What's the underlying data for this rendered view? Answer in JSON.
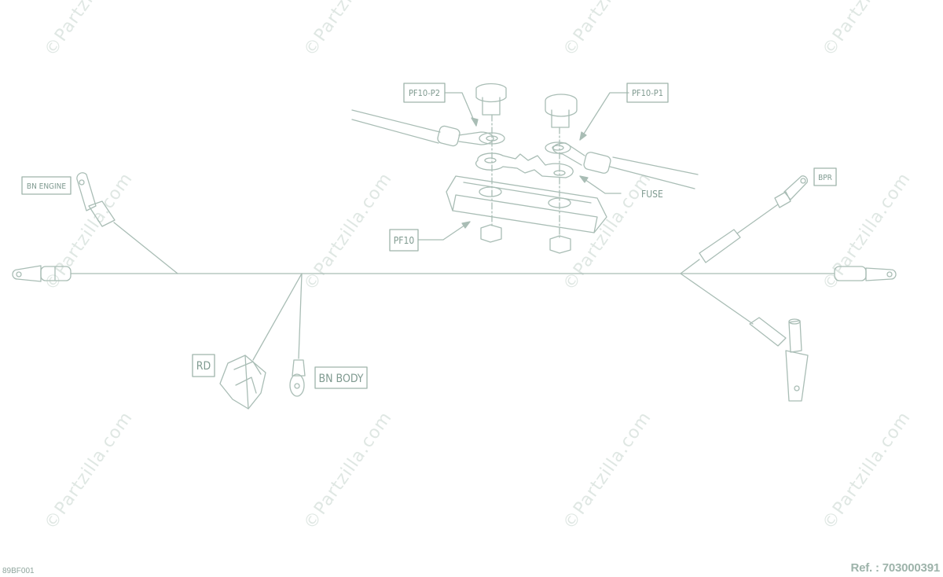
{
  "labels": {
    "pf10_p2": "PF10-P2",
    "pf10_p1": "PF10-P1",
    "bn_engine": "BN ENGINE",
    "fuse": "FUSE",
    "bpr": "BPR",
    "pf10": "PF10",
    "rd": "RD",
    "bn_body": "BN BODY"
  },
  "footer": {
    "code": "89BF001",
    "ref": "Ref. : 703000391"
  },
  "watermark": {
    "text": "©Partzilla.com"
  },
  "colors": {
    "line": "#a9bdb5",
    "label_border": "#9fb4ab",
    "label_text": "#7f9a90",
    "watermark": "#dfe7e3"
  }
}
